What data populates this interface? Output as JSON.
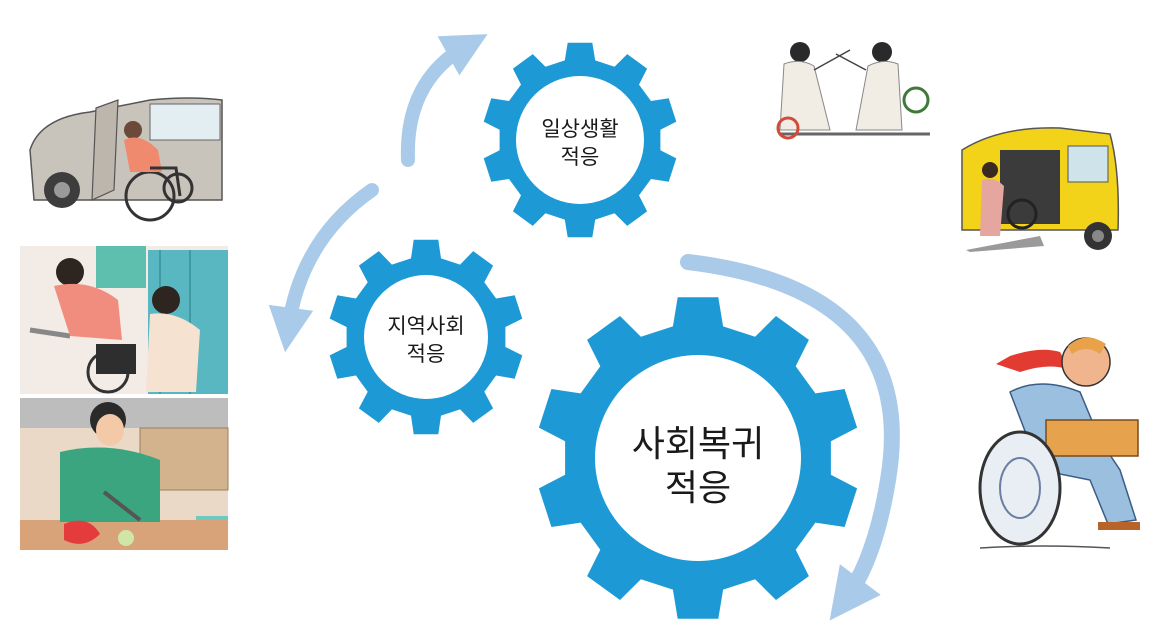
{
  "gears": {
    "daily": {
      "line1": "일상생활",
      "line2": "적응"
    },
    "community": {
      "line1": "지역사회",
      "line2": "적응"
    },
    "social": {
      "line1": "사회복귀",
      "line2": "적응"
    }
  },
  "colors": {
    "gear": "#1d9ad6",
    "arrow": "#a9cbe9",
    "gear_center": "#ffffff"
  },
  "illustrations": [
    {
      "id": "car-transfer",
      "icon": "wheelchair-car-transfer-illustration"
    },
    {
      "id": "rehab-assist",
      "icon": "wheelchair-rehab-assist-illustration"
    },
    {
      "id": "kitchen-cooking",
      "icon": "wheelchair-cooking-illustration"
    },
    {
      "id": "wheelchair-fencing",
      "icon": "wheelchair-fencing-illustration"
    },
    {
      "id": "accessible-van",
      "icon": "accessible-van-illustration"
    },
    {
      "id": "wheelchair-delivery",
      "icon": "wheelchair-delivery-illustration"
    }
  ]
}
